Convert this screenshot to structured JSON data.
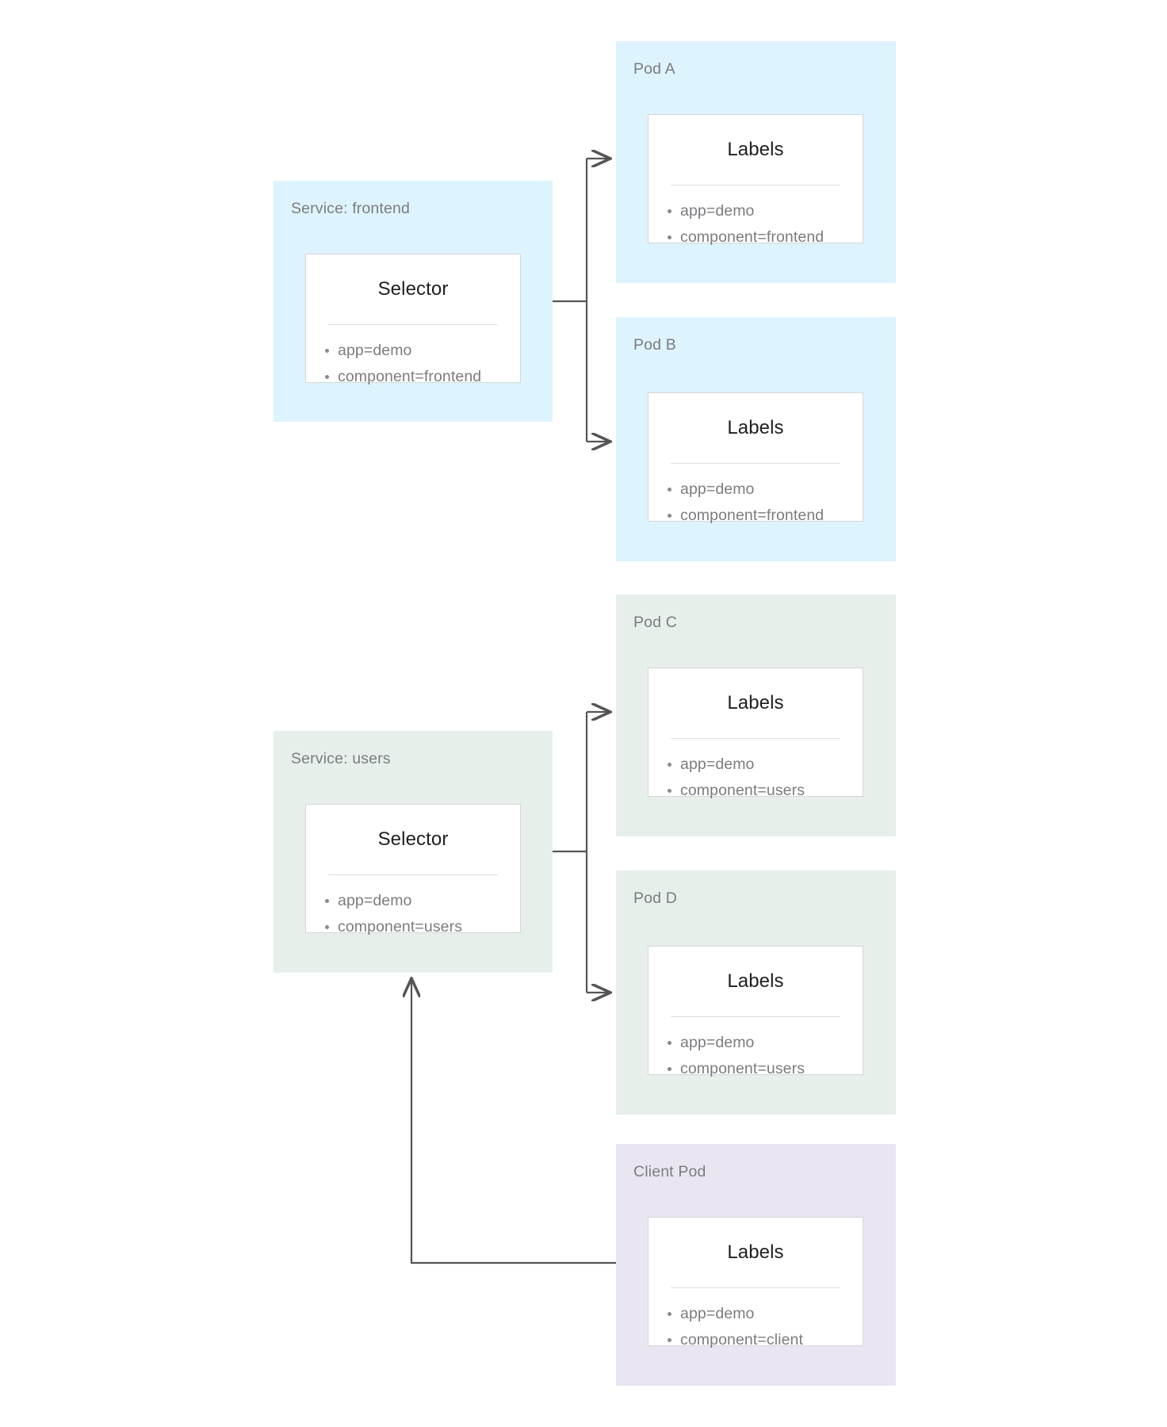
{
  "diagram": {
    "title": "Kubernetes Service Label Selector Diagram",
    "colors": {
      "frontend_group": "#ddf3fd",
      "users_group": "#e7efea",
      "client_group": "#e9e6f2",
      "card_background": "#ffffff",
      "card_border": "#d6d6d6",
      "connector": "#555555",
      "title_text": "#7c7c80",
      "heading_text": "#1f1f1f",
      "list_text": "#7c7c80",
      "page_background": "#ffffff"
    },
    "services": [
      {
        "id": "service-frontend",
        "title": "Service: frontend",
        "card_title": "Selector",
        "items": [
          "app=demo",
          "component=frontend"
        ]
      },
      {
        "id": "service-users",
        "title": "Service: users",
        "card_title": "Selector",
        "items": [
          "app=demo",
          "component=users"
        ]
      }
    ],
    "pods": [
      {
        "id": "pod-a",
        "title": "Pod A",
        "card_title": "Labels",
        "items": [
          "app=demo",
          "component=frontend"
        ]
      },
      {
        "id": "pod-b",
        "title": "Pod B",
        "card_title": "Labels",
        "items": [
          "app=demo",
          "component=frontend"
        ]
      },
      {
        "id": "pod-c",
        "title": "Pod C",
        "card_title": "Labels",
        "items": [
          "app=demo",
          "component=users"
        ]
      },
      {
        "id": "pod-d",
        "title": "Pod D",
        "card_title": "Labels",
        "items": [
          "app=demo",
          "component=users"
        ]
      },
      {
        "id": "client-pod",
        "title": "Client Pod",
        "card_title": "Labels",
        "items": [
          "app=demo",
          "component=client"
        ]
      }
    ],
    "connections": [
      {
        "id": "frontend-to-pod-a",
        "from": "service-frontend",
        "to": "pod-a",
        "direction": "right"
      },
      {
        "id": "frontend-to-pod-b",
        "from": "service-frontend",
        "to": "pod-b",
        "direction": "right"
      },
      {
        "id": "users-to-pod-c",
        "from": "service-users",
        "to": "pod-c",
        "direction": "right"
      },
      {
        "id": "users-to-pod-d",
        "from": "service-users",
        "to": "pod-d",
        "direction": "right"
      },
      {
        "id": "client-to-users",
        "from": "client-pod",
        "to": "service-users",
        "direction": "up"
      }
    ]
  }
}
